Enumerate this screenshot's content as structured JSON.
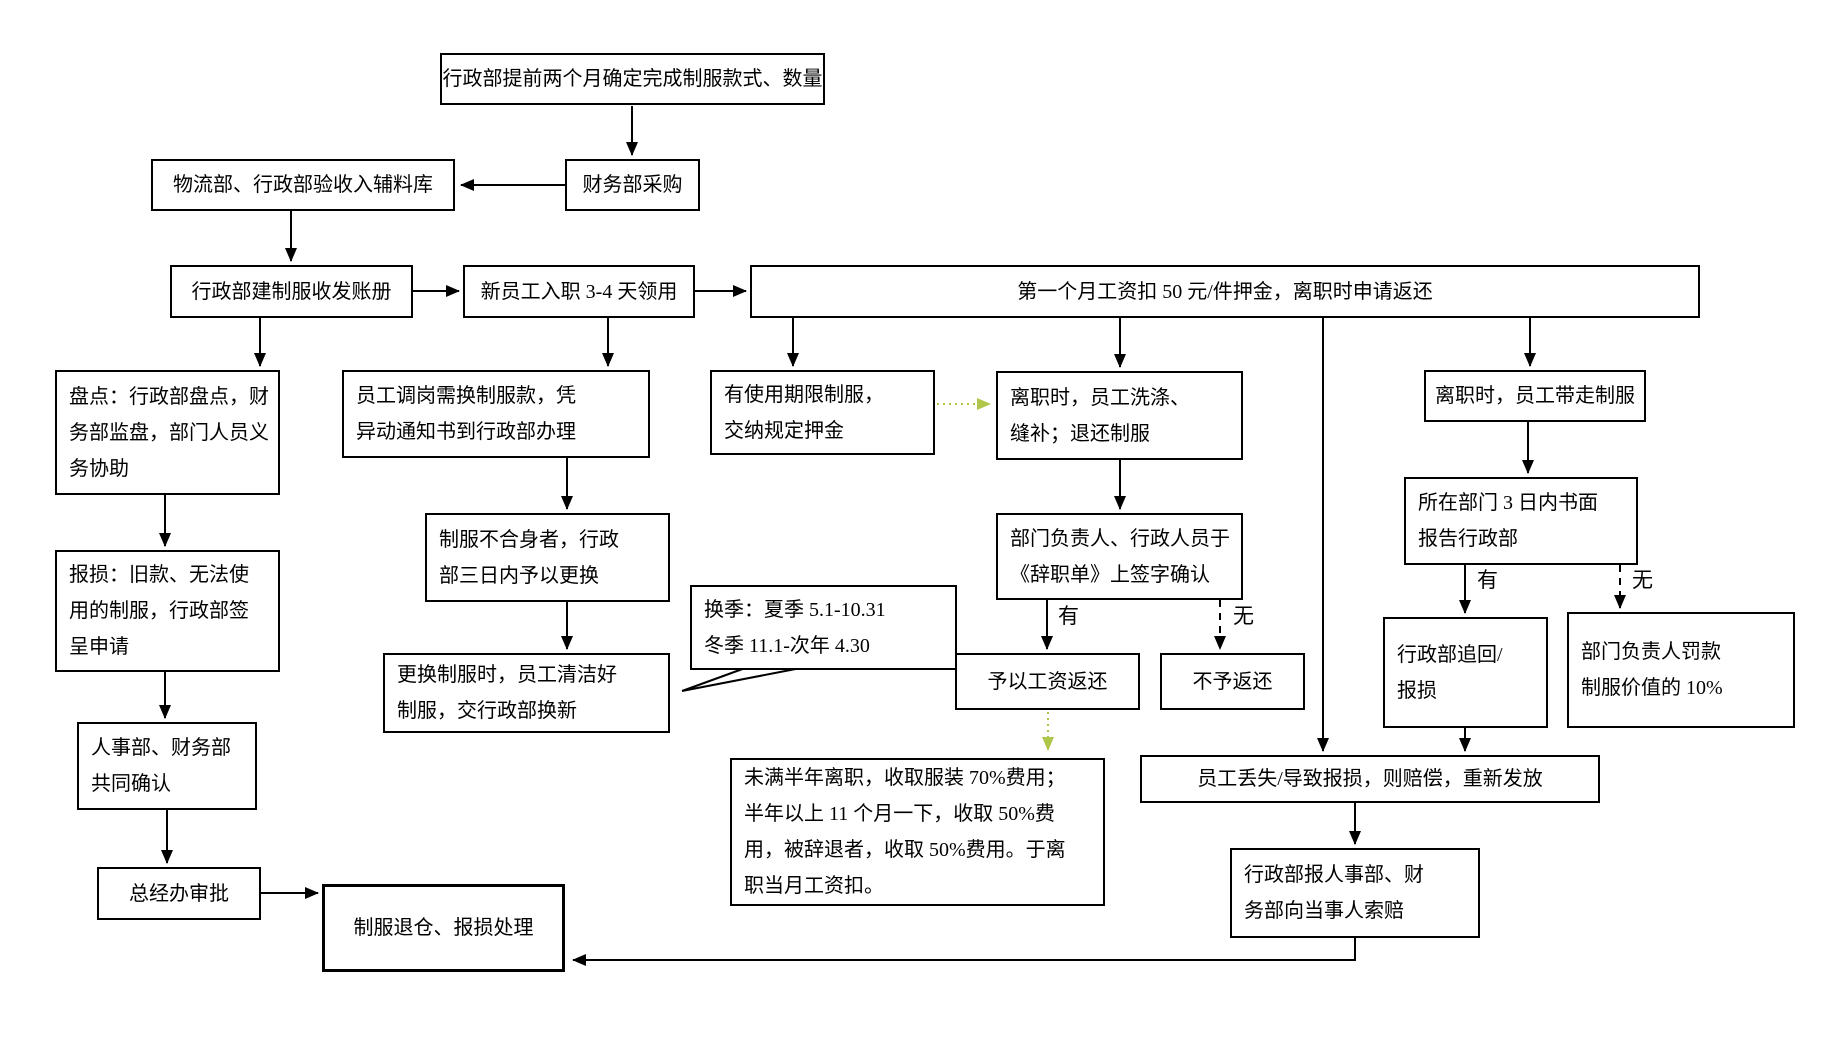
{
  "diagram": {
    "colors": {
      "line_black": "#000000",
      "arrow_accent_green": "#aec64a",
      "background": "#ffffff"
    },
    "nodes": [
      {
        "id": "determine-style",
        "text": "行政部提前两个月确定完成制服款式、数量"
      },
      {
        "id": "warehouse-acceptance",
        "text": "物流部、行政部验收入辅料库"
      },
      {
        "id": "finance-purchase",
        "text": "财务部采购"
      },
      {
        "id": "uniform-ledger",
        "text": "行政部建制服收发账册"
      },
      {
        "id": "new-employee-receive",
        "text": "新员工入职 3-4 天领用"
      },
      {
        "id": "salary-deposit",
        "text": "第一个月工资扣 50 元/件押金，离职时申请返还"
      },
      {
        "id": "inventory-check",
        "text": "盘点：行政部盘点，财\n务部监盘，部门人员义\n务协助"
      },
      {
        "id": "damage-report",
        "text": "报损：旧款、无法使\n用的制服，行政部签\n呈申请"
      },
      {
        "id": "hr-finance-confirm",
        "text": "人事部、财务部\n共同确认"
      },
      {
        "id": "gm-office-approval",
        "text": "总经办审批"
      },
      {
        "id": "uniform-return-processing",
        "text": "制服退仓、报损处理"
      },
      {
        "id": "job-transfer-exchange",
        "text": "员工调岗需换制服款，凭\n异动通知书到行政部办理"
      },
      {
        "id": "unfit-replacement",
        "text": "制服不合身者，行政\n部三日内予以更换"
      },
      {
        "id": "clean-before-exchange",
        "text": "更换制服时，员工清洁好\n制服，交行政部换新"
      },
      {
        "id": "season-change-callout",
        "text": "换季：夏季 5.1-10.31\n冬季 11.1-次年 4.30"
      },
      {
        "id": "limited-term-deposit",
        "text": "有使用期限制服，\n交纳规定押金"
      },
      {
        "id": "resign-wash-return",
        "text": "离职时，员工洗涤、\n缝补；退还制服"
      },
      {
        "id": "resignation-form-sign",
        "text": "部门负责人、行政人员于\n《辞职单》上签字确认"
      },
      {
        "id": "refund-with-salary",
        "text": "予以工资返还"
      },
      {
        "id": "no-refund",
        "text": "不予返还"
      },
      {
        "id": "fee-deduction-rules",
        "text": "未满半年离职，收取服装 70%费用；\n半年以上 11 个月一下，收取 50%费\n用，被辞退者，收取 50%费用。于离\n职当月工资扣。"
      },
      {
        "id": "resign-take-uniform",
        "text": "离职时，员工带走制服"
      },
      {
        "id": "department-report-3days",
        "text": "所在部门 3 日内书面\n报告行政部"
      },
      {
        "id": "admin-recover",
        "text": "行政部追回/\n报损"
      },
      {
        "id": "manager-fine-10pct",
        "text": "部门负责人罚款\n制服价值的 10%"
      },
      {
        "id": "lost-compensation",
        "text": "员工丢失/导致报损，则赔偿，重新发放"
      },
      {
        "id": "claim-compensation",
        "text": "行政部报人事部、财\n务部向当事人索赔"
      }
    ],
    "edge_labels": {
      "has_1": "有",
      "none_1": "无",
      "has_2": "有",
      "none_2": "无"
    }
  }
}
